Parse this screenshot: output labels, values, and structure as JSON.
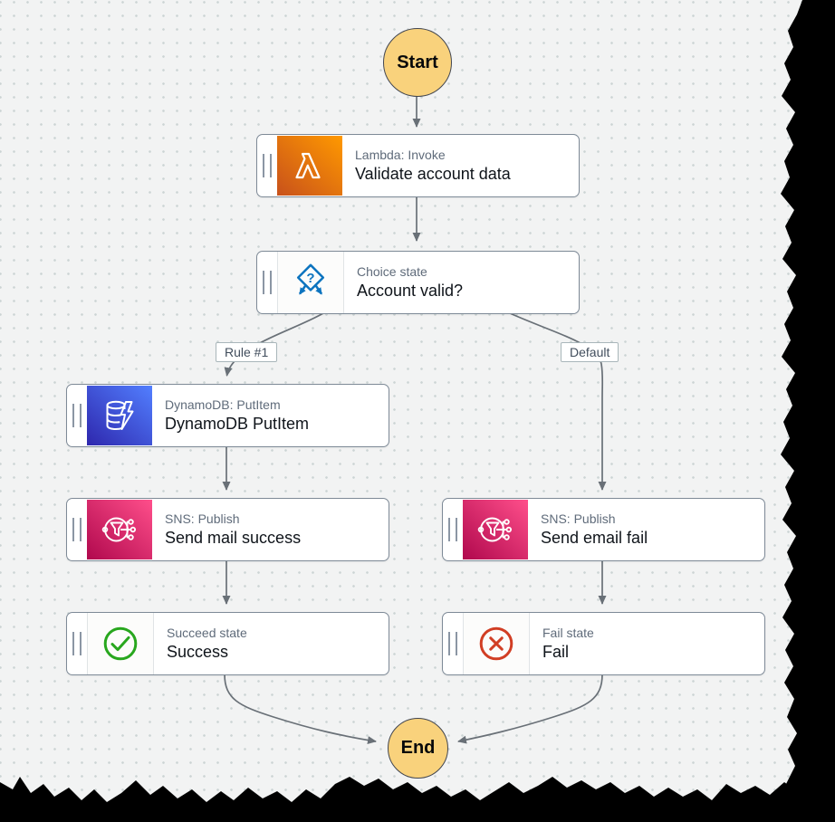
{
  "diagram": {
    "start_label": "Start",
    "end_label": "End",
    "nodes": {
      "validate": {
        "type": "Lambda: Invoke",
        "title": "Validate account data",
        "icon": "lambda-icon"
      },
      "choice": {
        "type": "Choice state",
        "title": "Account valid?",
        "icon": "choice-icon"
      },
      "dynamodb": {
        "type": "DynamoDB: PutItem",
        "title": "DynamoDB PutItem",
        "icon": "dynamodb-icon"
      },
      "sns_success": {
        "type": "SNS: Publish",
        "title": "Send mail success",
        "icon": "sns-icon"
      },
      "succeed": {
        "type": "Succeed state",
        "title": "Success",
        "icon": "succeed-icon"
      },
      "sns_fail": {
        "type": "SNS: Publish",
        "title": "Send email fail",
        "icon": "sns-icon"
      },
      "fail": {
        "type": "Fail state",
        "title": "Fail",
        "icon": "fail-icon"
      }
    },
    "edge_labels": {
      "rule1": "Rule #1",
      "default": "Default"
    },
    "icons": {
      "choice_question": "?"
    },
    "colors": {
      "canvas_bg": "#f2f3f3",
      "canvas_dot": "#ccd4d4",
      "node_border": "#7e8a97",
      "edge": "#697077",
      "terminal_fill": "#f9d27c",
      "terminal_border": "#424650",
      "lambda_gradient": [
        "#C8511B",
        "#FF9900"
      ],
      "dynamodb_gradient": [
        "#2E27AD",
        "#527FFF"
      ],
      "sns_gradient": [
        "#B0084D",
        "#FF4F8B"
      ],
      "choice_blue": "#0d74bf",
      "succeed_green": "#28a71e",
      "fail_red": "#d13e24",
      "type_text": "#5f6b7a",
      "title_text": "#0f141a"
    }
  }
}
